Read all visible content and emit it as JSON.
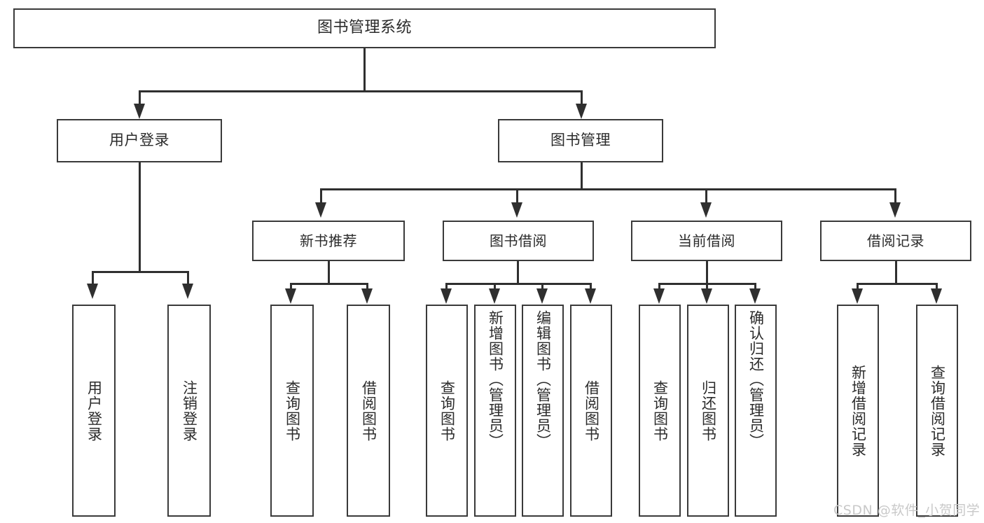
{
  "diagram": {
    "type": "tree-hierarchy-chart",
    "title": "图书管理系统",
    "background_color": "#ffffff",
    "line_color": "#2f2f2f",
    "box_border_color": "#3a3a3a",
    "text_color": "#2b2b2b",
    "root": {
      "label": "图书管理系统"
    },
    "level2": [
      {
        "id": "user-login",
        "label": "用户登录"
      },
      {
        "id": "book-management",
        "label": "图书管理"
      }
    ],
    "level3": [
      {
        "id": "new-book-recommend",
        "label": "新书推荐"
      },
      {
        "id": "book-borrow",
        "label": "图书借阅"
      },
      {
        "id": "current-borrow",
        "label": "当前借阅"
      },
      {
        "id": "borrow-record",
        "label": "借阅记录"
      }
    ],
    "leaves": {
      "user_login": [
        {
          "id": "leaf-user-login",
          "label": "用户登录"
        },
        {
          "id": "leaf-logout",
          "label": "注销登录"
        }
      ],
      "new_book_recommend": [
        {
          "id": "leaf-query-book-1",
          "label": "查询图书"
        },
        {
          "id": "leaf-borrow-book-1",
          "label": "借阅图书"
        }
      ],
      "book_borrow": [
        {
          "id": "leaf-query-book-2",
          "label": "查询图书"
        },
        {
          "id": "leaf-add-book",
          "label": "新增图书（管理员）"
        },
        {
          "id": "leaf-edit-book",
          "label": "编辑图书（管理员）"
        },
        {
          "id": "leaf-borrow-book-2",
          "label": "借阅图书"
        }
      ],
      "current_borrow": [
        {
          "id": "leaf-query-book-3",
          "label": "查询图书"
        },
        {
          "id": "leaf-return-book",
          "label": "归还图书"
        },
        {
          "id": "leaf-confirm-return",
          "label": "确认归还（管理员）"
        }
      ],
      "borrow_record": [
        {
          "id": "leaf-add-record",
          "label": "新增借阅记录"
        },
        {
          "id": "leaf-query-record",
          "label": "查询借阅记录"
        }
      ]
    }
  },
  "watermark": {
    "text": "CSDN @软件_小贺同学",
    "color": "#c9c9c9"
  }
}
